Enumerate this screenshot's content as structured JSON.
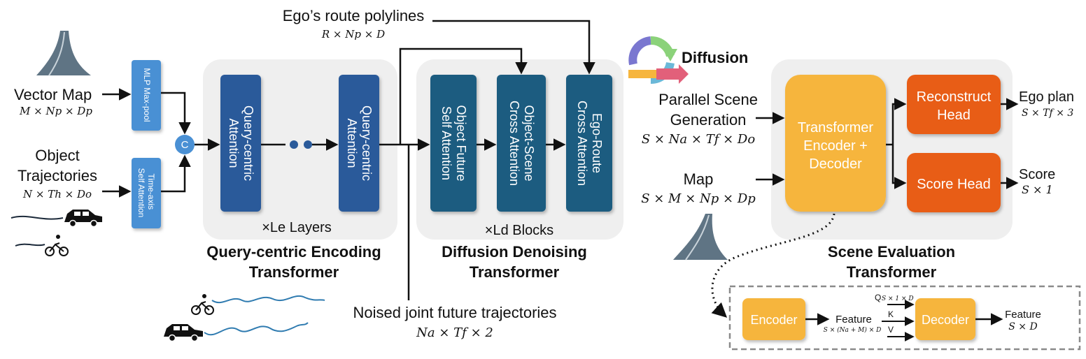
{
  "inputs": {
    "vector_map": {
      "label": "Vector Map",
      "shape": "M × Np × Dp"
    },
    "object_traj": {
      "label1": "Object",
      "label2": "Trajectories",
      "shape": "N × Th × Do"
    },
    "ego_route": {
      "label": "Ego’s route polylines",
      "shape": "R × Np × D"
    },
    "noised": {
      "label": "Noised joint future trajectories",
      "shape": "Na × Tf × 2"
    }
  },
  "encoders": {
    "mlp": "MLP Max-pool",
    "time_axis": "Time-axis Self Attention",
    "concat": "C"
  },
  "encoding_transformer": {
    "block1": "Query-centric Attention",
    "block2": "Query-centric Attention",
    "repeat": "×Le Layers",
    "title1": "Query-centric Encoding",
    "title2": "Transformer"
  },
  "denoising_transformer": {
    "block1": "Object Future Self Attention",
    "block2": "Object-Scene Cross Attention",
    "block3": "Ego-Route Cross Attention",
    "repeat": "×Ld Blocks",
    "title1": "Diffusion Denoising",
    "title2": "Transformer"
  },
  "diffusion": {
    "label": "Diffusion"
  },
  "evaluation": {
    "parallel1": "Parallel Scene",
    "parallel2": "Generation",
    "parallel_shape": "S × Na × Tf × Do",
    "map": "Map",
    "map_shape": "S × M × Np × Dp",
    "core1": "Transformer",
    "core2": "Encoder +",
    "core3": "Decoder",
    "reconstruct1": "Reconstruct",
    "reconstruct2": "Head",
    "score_head": "Score Head",
    "ego_plan": "Ego plan",
    "ego_plan_shape": "S × Tf × 3",
    "score": "Score",
    "score_shape": "S × 1",
    "title1": "Scene Evaluation",
    "title2": "Transformer"
  },
  "detail": {
    "encoder": "Encoder",
    "feature": "Feature",
    "feature_shape": "S × (Na + M) × D",
    "q": "Q",
    "q_shape": "S × 1 × D",
    "k": "K",
    "v": "V",
    "decoder": "Decoder",
    "out_feature": "Feature",
    "out_shape": "S × D"
  },
  "colors": {
    "light_blue": "#4a90d4",
    "dark_blue": "#2a5a9a",
    "teal": "#1f5b80",
    "orange_yellow": "#f6b53d",
    "orange": "#e85d12",
    "panel": "#efefef"
  }
}
